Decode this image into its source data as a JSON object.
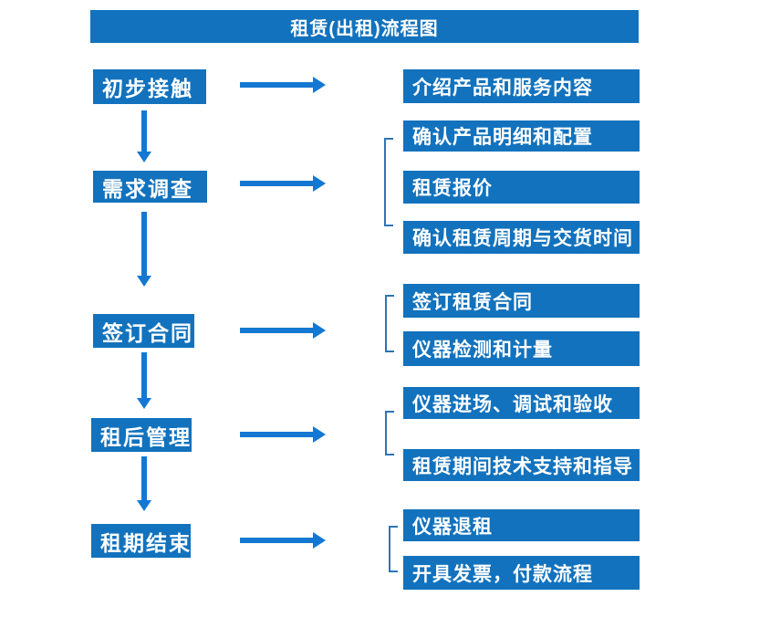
{
  "title": "租赁(出租)流程图",
  "colors": {
    "box": "#1272BD",
    "arrow": "#1478D2",
    "bracket": "#2E74B5",
    "text": "#FFFFFF"
  },
  "stages": [
    {
      "label": "初步接触",
      "details": [
        "介绍产品和服务内容"
      ]
    },
    {
      "label": "需求调查",
      "details": [
        "确认产品明细和配置",
        "租赁报价",
        "确认租赁周期与交货时间"
      ]
    },
    {
      "label": "签订合同",
      "details": [
        "签订租赁合同",
        "仪器检测和计量"
      ]
    },
    {
      "label": "租后管理",
      "details": [
        "仪器进场、调试和验收",
        "租赁期间技术支持和指导"
      ]
    },
    {
      "label": "租期结束",
      "details": [
        "仪器退租",
        "开具发票，付款流程"
      ]
    }
  ]
}
